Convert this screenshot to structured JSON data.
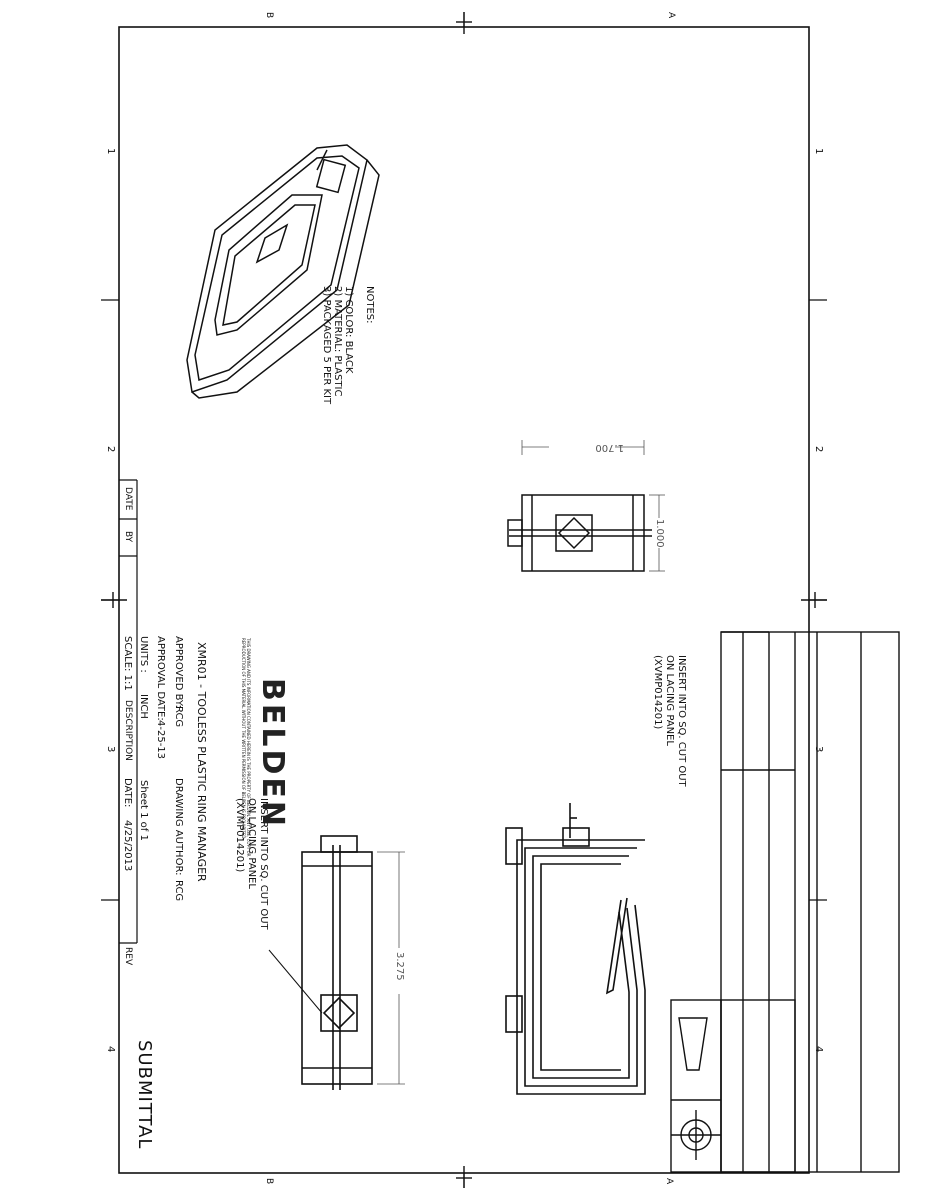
{
  "border": {
    "zone_numbers": [
      "1",
      "2",
      "3",
      "4"
    ],
    "zone_letters": [
      "A",
      "B"
    ]
  },
  "views": {
    "top_view": {
      "callout": [
        "INSERT INTO SQ. CUT OUT",
        "ON LACING PANEL",
        "(XVMP014201)"
      ]
    },
    "front_view": {
      "dimension": "3.275",
      "callout": [
        "INSERT INTO SQ. CUT OUT",
        "ON LACING PANEL",
        "(XVMP014201)"
      ]
    },
    "end_view": {
      "width_dimension": "1.000",
      "height_dimension": "1.700"
    }
  },
  "notes": {
    "heading": "NOTES:",
    "items": [
      "1) COLOR: BLACK",
      "2) MATERIAL: PLASTIC",
      "3) PACKAGED 5 PER KIT"
    ]
  },
  "title_block": {
    "logo": "BELDEN",
    "disclaimer": [
      "THIS DRAWING AND ITS INFORMATION CONTAINED HEREIN IS THE PROPERTY OF BELDEN. ANY USE, COPY OR",
      "REPRODUCTION OF THIS MATERIAL WITHOUT THE WRITTEN PERMISSION OF BELDEN IS PROHIBITED."
    ],
    "title": "XMR01 - TOOLESS PLASTIC RING MANAGER",
    "approved_by_label": "APPROVED BY:",
    "approved_by": "RCG",
    "drawing_author_label": "DRAWING AUTHOR:",
    "drawing_author": "RCG",
    "approval_date_label": "APPROVAL DATE:",
    "approval_date": "4-25-13",
    "units_label": "UNITS :",
    "units": "INCH",
    "sheet": "Sheet 1 of 1",
    "scale": "SCALE: 1:1",
    "date_label": "DATE:",
    "date": "4/25/2013",
    "status": "SUBMITTAL"
  },
  "revision_block": {
    "rev": "REV",
    "description": "DESCRIPTION",
    "by": "BY",
    "date": "DATE"
  }
}
